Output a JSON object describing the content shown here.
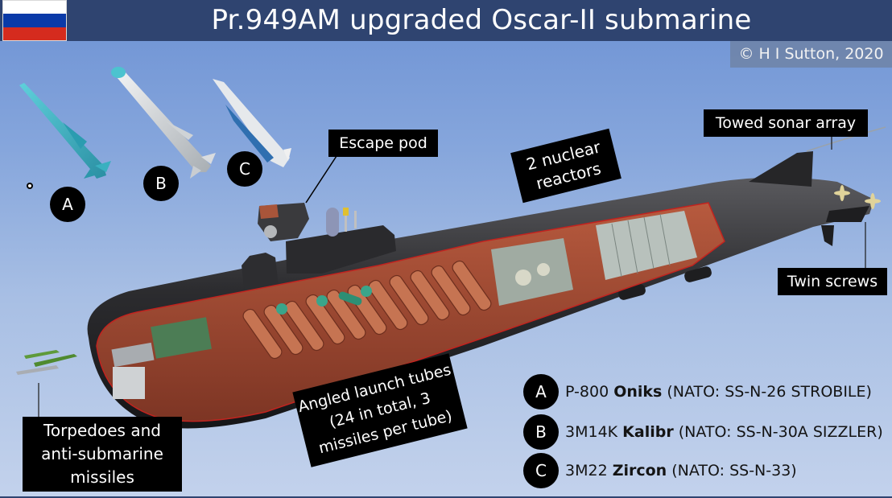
{
  "header": {
    "title": "Pr.949AM upgraded Oscar-II submarine",
    "flag": {
      "name": "russia-flag",
      "stripes": [
        "#ffffff",
        "#0a3aa8",
        "#d52b1e"
      ]
    }
  },
  "copyright": "© H I Sutton, 2020",
  "missiles": [
    {
      "id": "A",
      "color": "#3fb3c4"
    },
    {
      "id": "B",
      "color": "#d6d9dc"
    },
    {
      "id": "C",
      "color": "#dfe3e6"
    }
  ],
  "callouts": {
    "escape_pod": "Escape pod",
    "reactors": [
      "2 nuclear",
      "reactors"
    ],
    "towed_sonar": "Towed sonar array",
    "twin_screws": "Twin screws",
    "launch_tubes": [
      "Angled launch tubes",
      "(24 in total, 3",
      "missiles per tube)"
    ],
    "torpedoes": [
      "Torpedoes and",
      "anti-submarine",
      "missiles"
    ]
  },
  "legend": [
    {
      "id": "A",
      "prefix": "P-800 ",
      "name": "Oniks",
      "suffix": " (NATO: SS-N-26 STROBILE)"
    },
    {
      "id": "B",
      "prefix": "3M14K ",
      "name": "Kalibr",
      "suffix": " (NATO: SS-N-30A SIZZLER)"
    },
    {
      "id": "C",
      "prefix": "3M22 ",
      "name": "Zircon",
      "suffix": " (NATO: SS-N-33)"
    }
  ],
  "colors": {
    "header_bg": "#2f4470",
    "hull": "#2b2b2d",
    "hull_cutaway": "#9c4a32",
    "label_bg": "#000000"
  }
}
